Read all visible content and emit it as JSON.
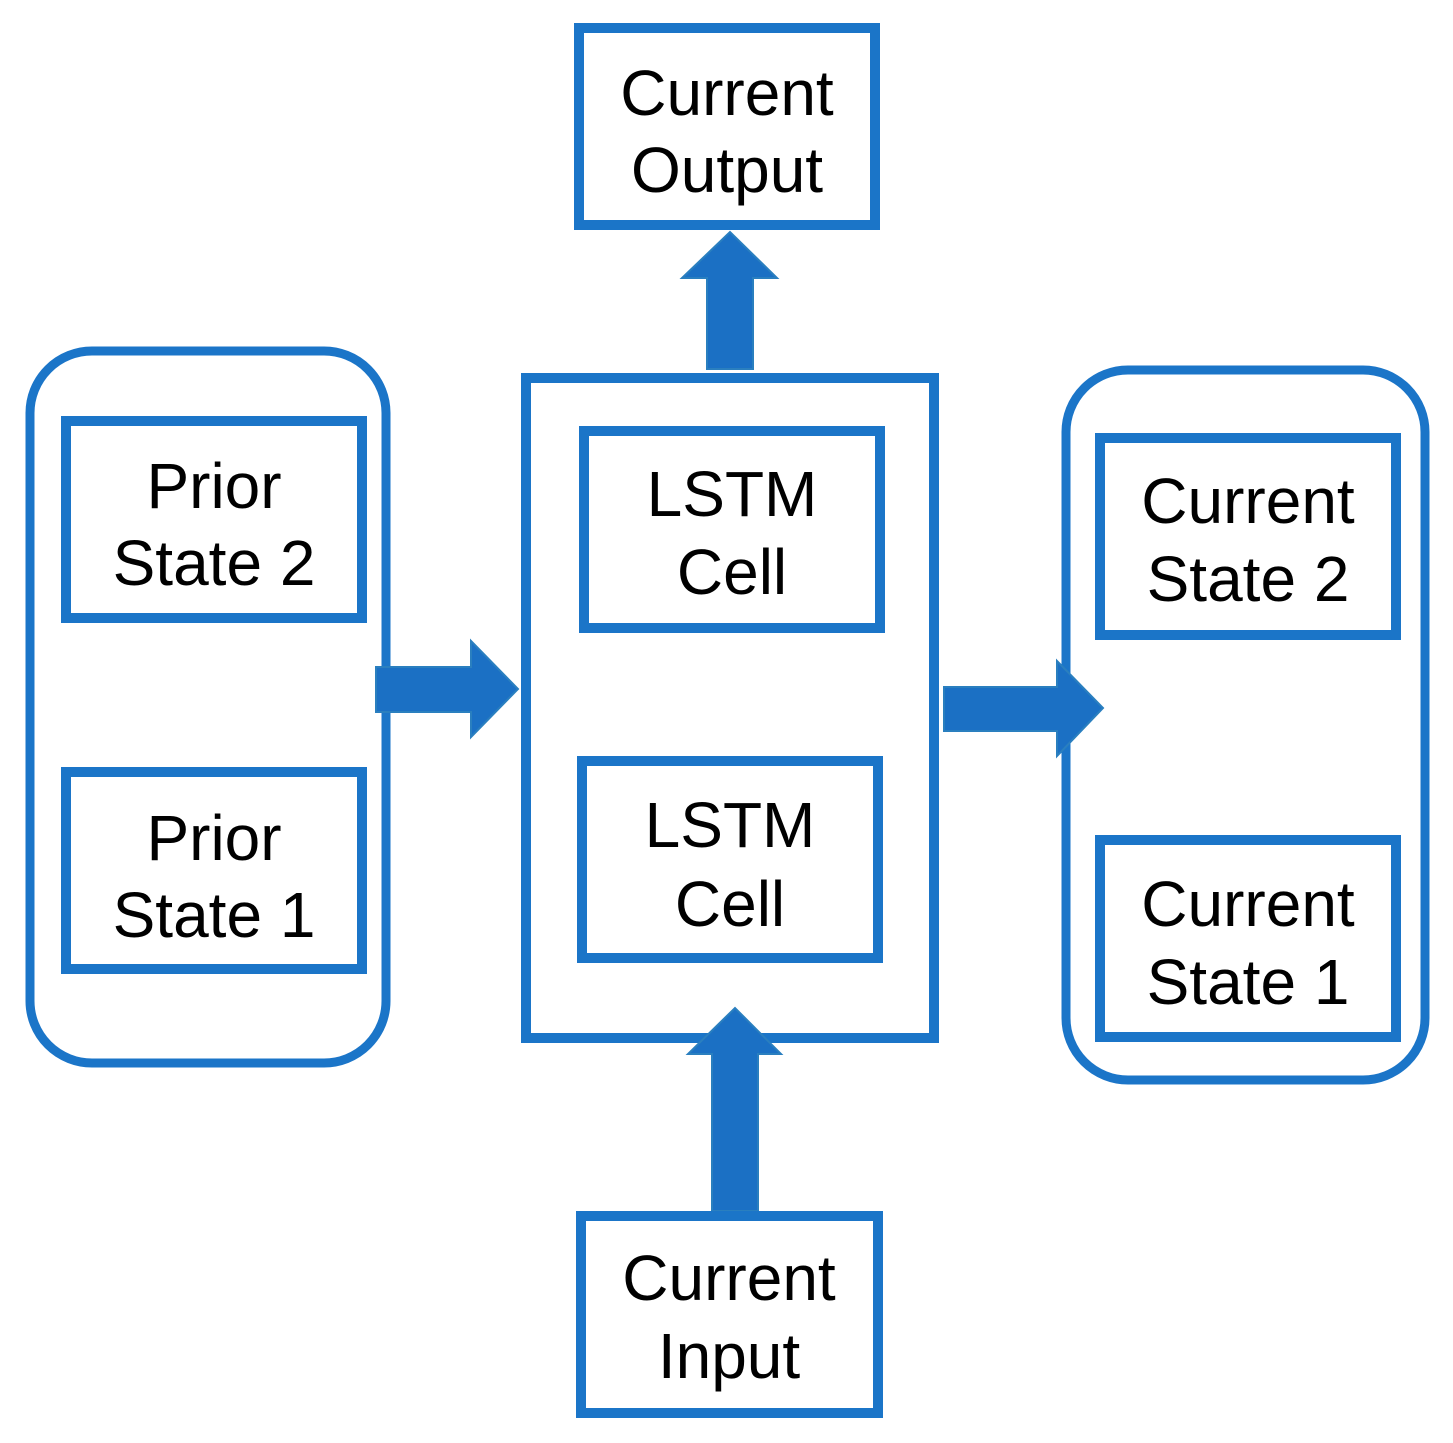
{
  "accent_color": "#1b75c8",
  "nodes": {
    "current_output": [
      "Current",
      "Output"
    ],
    "prior_state_2": [
      "Prior",
      "State 2"
    ],
    "prior_state_1": [
      "Prior",
      "State 1"
    ],
    "lstm_cell_top": [
      "LSTM",
      "Cell"
    ],
    "lstm_cell_bottom": [
      "LSTM",
      "Cell"
    ],
    "current_state_2": [
      "Current",
      "State 2"
    ],
    "current_state_1": [
      "Current",
      "State 1"
    ],
    "current_input": [
      "Current",
      "Input"
    ]
  }
}
